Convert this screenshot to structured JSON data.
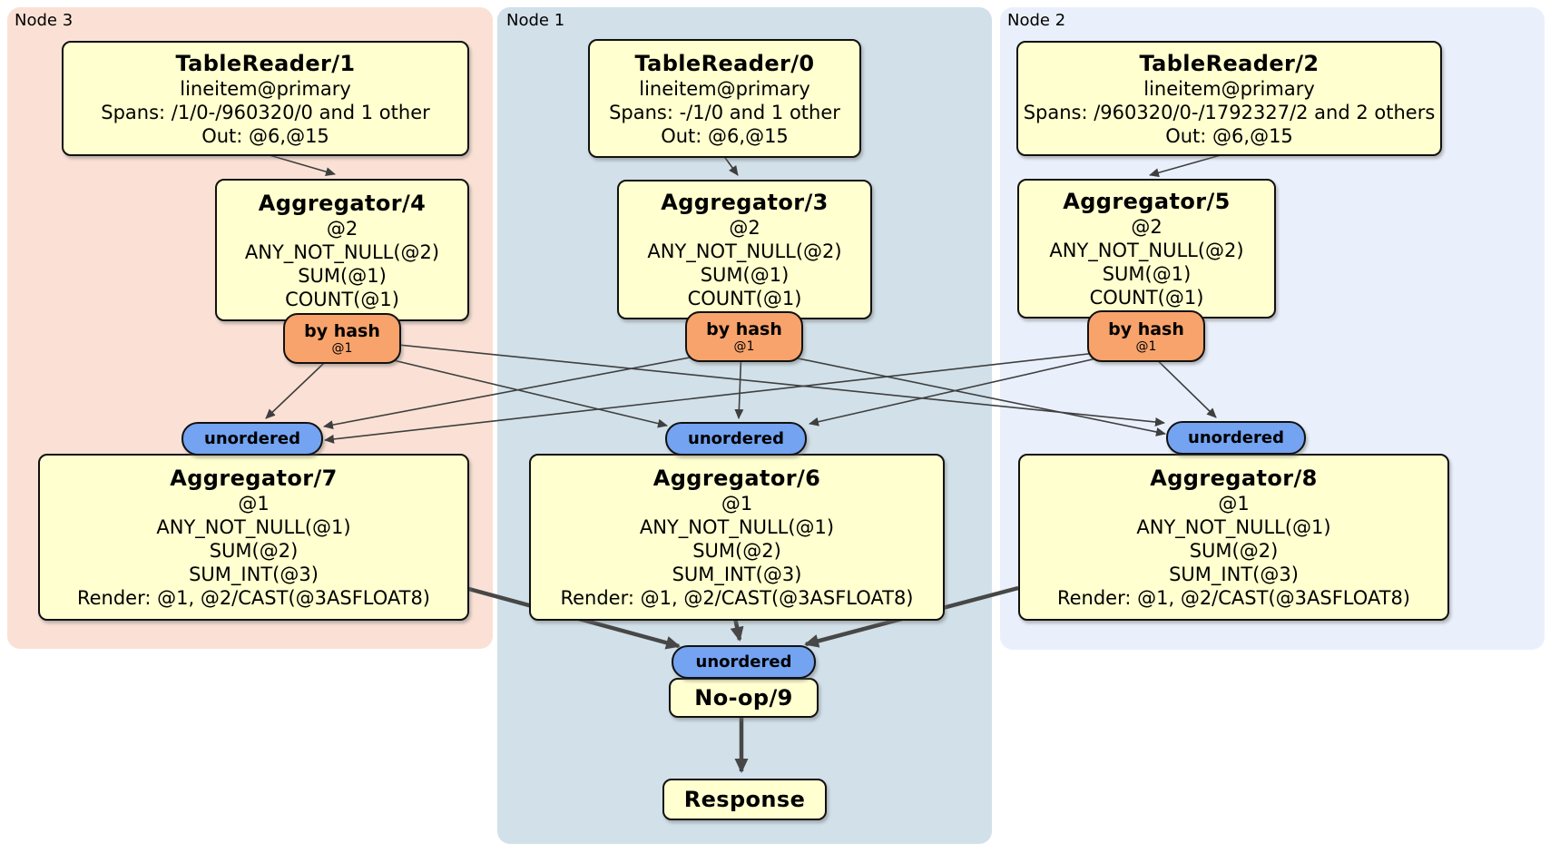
{
  "regions": [
    {
      "label": "Node 3"
    },
    {
      "label": "Node 1"
    },
    {
      "label": "Node 2"
    }
  ],
  "processors": {
    "tr1": {
      "title": "TableReader/1",
      "lines": [
        "lineitem@primary",
        "Spans: /1/0-/960320/0 and 1 other",
        "Out: @6,@15"
      ]
    },
    "tr0": {
      "title": "TableReader/0",
      "lines": [
        "lineitem@primary",
        "Spans: -/1/0 and 1 other",
        "Out: @6,@15"
      ]
    },
    "tr2": {
      "title": "TableReader/2",
      "lines": [
        "lineitem@primary",
        "Spans: /960320/0-/1792327/2 and 2 others",
        "Out: @6,@15"
      ]
    },
    "agg4": {
      "title": "Aggregator/4",
      "lines": [
        "@2",
        "ANY_NOT_NULL(@2)",
        "SUM(@1)",
        "COUNT(@1)"
      ]
    },
    "agg3": {
      "title": "Aggregator/3",
      "lines": [
        "@2",
        "ANY_NOT_NULL(@2)",
        "SUM(@1)",
        "COUNT(@1)"
      ]
    },
    "agg5": {
      "title": "Aggregator/5",
      "lines": [
        "@2",
        "ANY_NOT_NULL(@2)",
        "SUM(@1)",
        "COUNT(@1)"
      ]
    },
    "agg7": {
      "title": "Aggregator/7",
      "lines": [
        "@1",
        "ANY_NOT_NULL(@1)",
        "SUM(@2)",
        "SUM_INT(@3)",
        "Render: @1, @2/CAST(@3ASFLOAT8)"
      ]
    },
    "agg6": {
      "title": "Aggregator/6",
      "lines": [
        "@1",
        "ANY_NOT_NULL(@1)",
        "SUM(@2)",
        "SUM_INT(@3)",
        "Render: @1, @2/CAST(@3ASFLOAT8)"
      ]
    },
    "agg8": {
      "title": "Aggregator/8",
      "lines": [
        "@1",
        "ANY_NOT_NULL(@1)",
        "SUM(@2)",
        "SUM_INT(@3)",
        "Render: @1, @2/CAST(@3ASFLOAT8)"
      ]
    },
    "noop": {
      "title": "No-op/9"
    },
    "response": {
      "title": "Response"
    }
  },
  "routers": [
    {
      "label": "by hash",
      "sub": "@1"
    },
    {
      "label": "by hash",
      "sub": "@1"
    },
    {
      "label": "by hash",
      "sub": "@1"
    }
  ],
  "syncs": [
    {
      "label": "unordered"
    },
    {
      "label": "unordered"
    },
    {
      "label": "unordered"
    },
    {
      "label": "unordered"
    }
  ],
  "colors": {
    "region_node3": "#FBE1D5",
    "region_node1": "#D1E0E9",
    "region_node2": "#EAF0FB",
    "processor_fill": "#FFFFCF",
    "router_fill": "#F7A36B",
    "sync_fill": "#73A3F1",
    "edge": "#3F3F3F"
  },
  "connections": [
    {
      "from": "tr1",
      "to": "agg4",
      "style": "thin"
    },
    {
      "from": "tr0",
      "to": "agg3",
      "style": "thin"
    },
    {
      "from": "tr2",
      "to": "agg5",
      "style": "thin"
    },
    {
      "from": "router-agg4",
      "to": "sync-node3",
      "style": "thin"
    },
    {
      "from": "router-agg4",
      "to": "sync-node1",
      "style": "thin"
    },
    {
      "from": "router-agg4",
      "to": "sync-node2",
      "style": "thin"
    },
    {
      "from": "router-agg3",
      "to": "sync-node3",
      "style": "thin"
    },
    {
      "from": "router-agg3",
      "to": "sync-node1",
      "style": "thin"
    },
    {
      "from": "router-agg3",
      "to": "sync-node2",
      "style": "thin"
    },
    {
      "from": "router-agg5",
      "to": "sync-node3",
      "style": "thin"
    },
    {
      "from": "router-agg5",
      "to": "sync-node1",
      "style": "thin"
    },
    {
      "from": "router-agg5",
      "to": "sync-node2",
      "style": "thin"
    },
    {
      "from": "agg7",
      "to": "sync-final",
      "style": "thick"
    },
    {
      "from": "agg6",
      "to": "sync-final",
      "style": "thick"
    },
    {
      "from": "agg8",
      "to": "sync-final",
      "style": "thick"
    },
    {
      "from": "noop",
      "to": "response",
      "style": "thick"
    }
  ]
}
